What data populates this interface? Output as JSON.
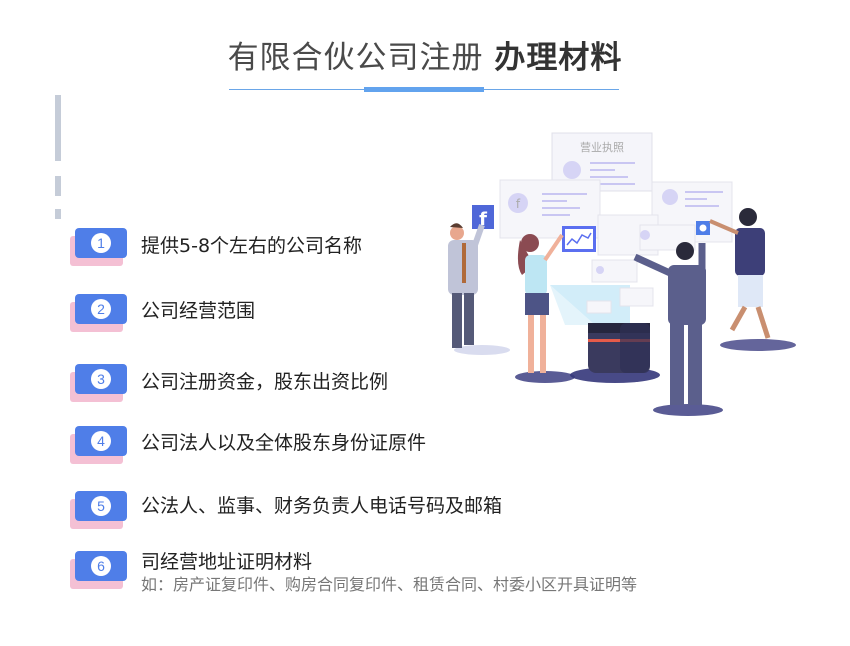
{
  "header": {
    "title_regular": "有限合伙公司注册 ",
    "title_bold": "办理材料"
  },
  "items": [
    {
      "num": "1",
      "text": "提供5-8个左右的公司名称"
    },
    {
      "num": "2",
      "text": "公司经营范围"
    },
    {
      "num": "3",
      "text": "公司注册资金，股东出资比例"
    },
    {
      "num": "4",
      "text": "公司法人以及全体股东身份证原件"
    },
    {
      "num": "5",
      "text": "公法人、监事、财务负责人电话号码及邮箱"
    },
    {
      "num": "6",
      "text": "司经营地址证明材料",
      "sub": "如：房产证复印件、购房合同复印件、租赁合同、村委小区开具证明等"
    }
  ],
  "illustration": {
    "license_label": "营业执照",
    "icons": [
      "facebook-icon",
      "twitter-icon",
      "chart-icon"
    ]
  },
  "colors": {
    "badge": "#4f7ee8",
    "badge_shadow": "#f4c0d4",
    "accent_line": "#62a3ee",
    "deco_bar": "#c5ccd8"
  }
}
